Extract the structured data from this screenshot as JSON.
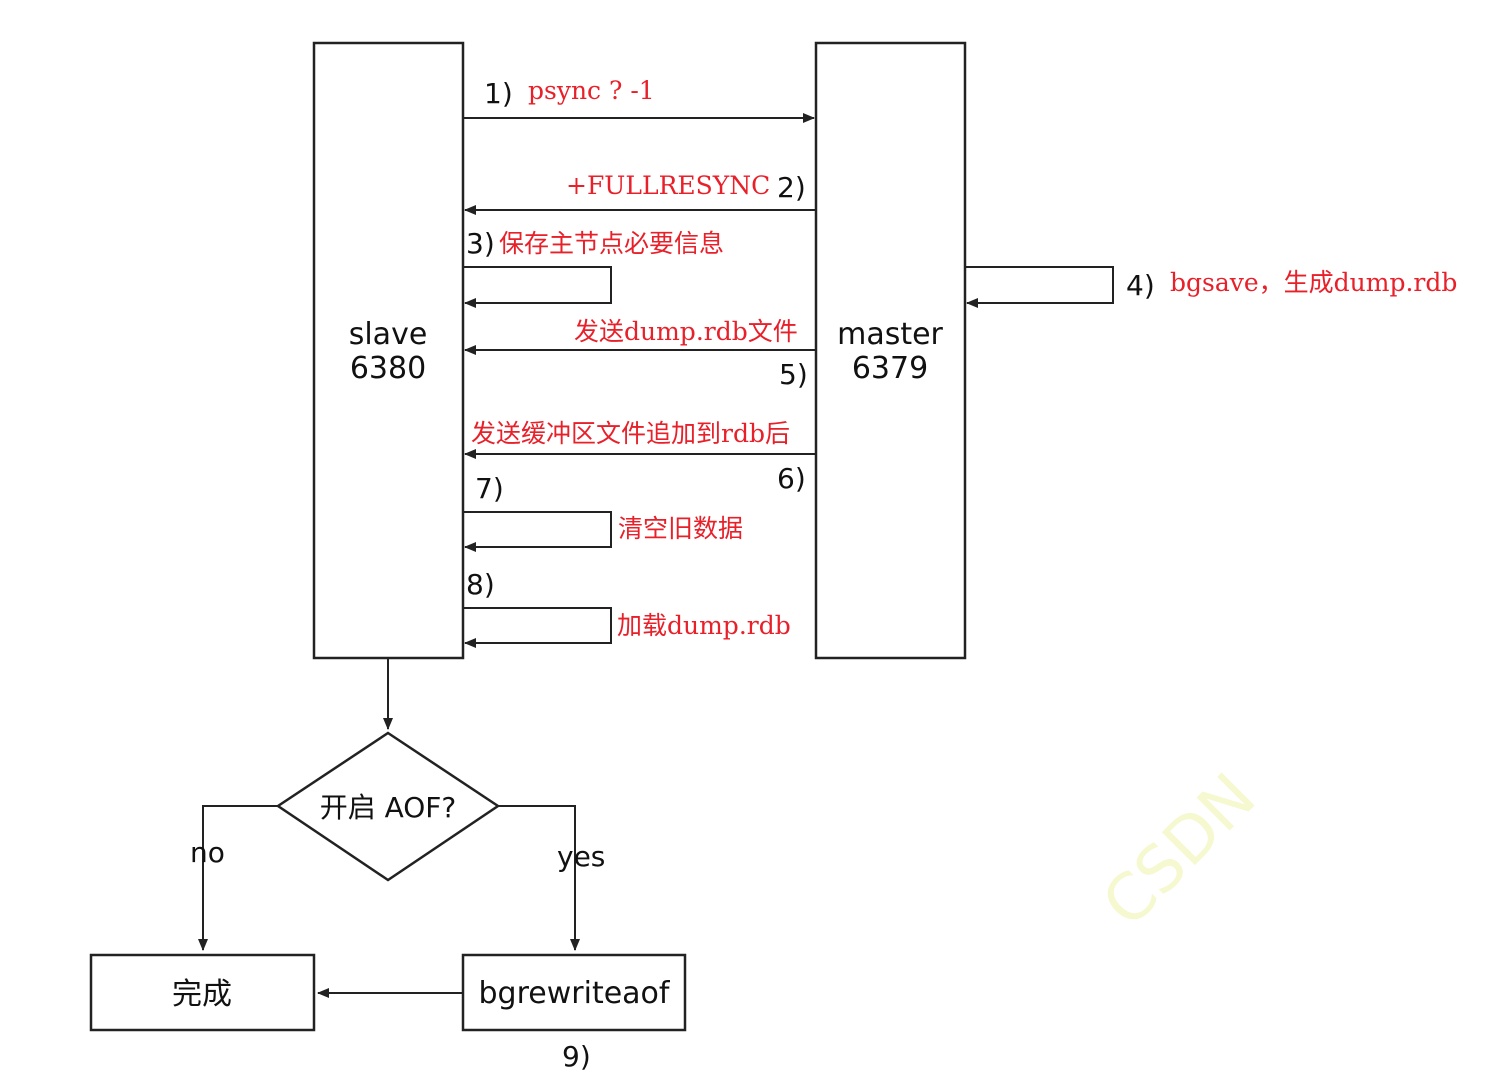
{
  "nodes": {
    "slave_name": "slave",
    "slave_port": "6380",
    "master_name": "master",
    "master_port": "6379",
    "decision": "开启 AOF?",
    "done": "完成",
    "rewrite": "bgrewriteaof"
  },
  "steps": {
    "s1": "1)",
    "s2": "2)",
    "s3": "3)",
    "s4": "4)",
    "s5": "5)",
    "s6": "6)",
    "s7": "7)",
    "s8": "8)",
    "s9": "9)"
  },
  "messages": {
    "m1": "psync ? -1",
    "m2": "+FULLRESYNC",
    "m3": "保存主节点必要信息",
    "m4": "bgsave，生成dump.rdb",
    "m5": "发送dump.rdb文件",
    "m6": "发送缓冲区文件追加到rdb后",
    "m7": "清空旧数据",
    "m8": "加载dump.rdb"
  },
  "branches": {
    "no": "no",
    "yes": "yes"
  },
  "watermark": "CSDN",
  "colors": {
    "line": "#222222",
    "message": "#e8202a"
  }
}
